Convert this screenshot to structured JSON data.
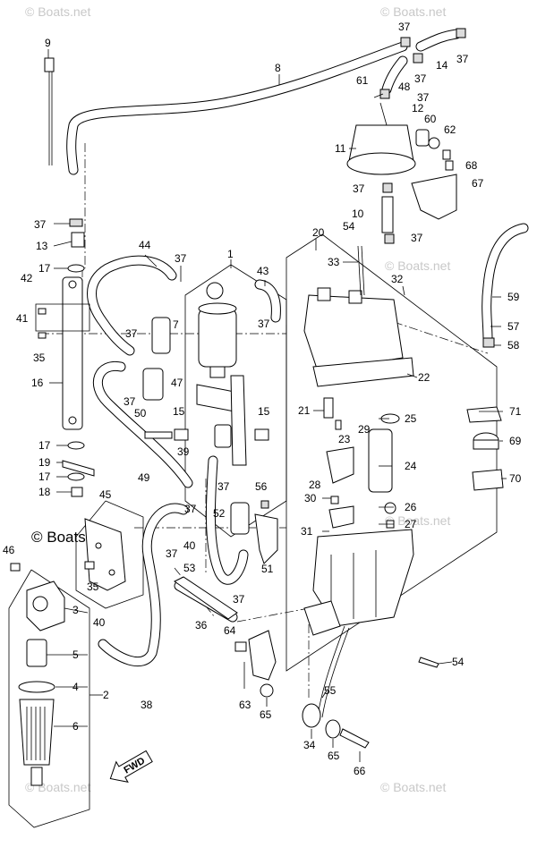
{
  "watermarks": {
    "top_left": "© Boats.net",
    "top_right": "© Boats.net",
    "mid_right_1": "© Boats.net",
    "mid_right_2": "© Boats.net",
    "mid_left": "© Boats.net",
    "bottom_left": "© Boats.net",
    "bottom_right": "© Boats.net"
  },
  "fwd_label": "FWD",
  "callouts": [
    {
      "id": "c1",
      "text": "1"
    },
    {
      "id": "c2",
      "text": "2"
    },
    {
      "id": "c3",
      "text": "3"
    },
    {
      "id": "c4",
      "text": "4"
    },
    {
      "id": "c5",
      "text": "5"
    },
    {
      "id": "c6",
      "text": "6"
    },
    {
      "id": "c7",
      "text": "7"
    },
    {
      "id": "c8",
      "text": "8"
    },
    {
      "id": "c9",
      "text": "9"
    },
    {
      "id": "c10",
      "text": "10"
    },
    {
      "id": "c11",
      "text": "11"
    },
    {
      "id": "c12",
      "text": "12"
    },
    {
      "id": "c13",
      "text": "13"
    },
    {
      "id": "c14",
      "text": "14"
    },
    {
      "id": "c15a",
      "text": "15"
    },
    {
      "id": "c15b",
      "text": "15"
    },
    {
      "id": "c16",
      "text": "16"
    },
    {
      "id": "c17a",
      "text": "17"
    },
    {
      "id": "c17b",
      "text": "17"
    },
    {
      "id": "c17c",
      "text": "17"
    },
    {
      "id": "c18",
      "text": "18"
    },
    {
      "id": "c19",
      "text": "19"
    },
    {
      "id": "c20",
      "text": "20"
    },
    {
      "id": "c21",
      "text": "21"
    },
    {
      "id": "c22",
      "text": "22"
    },
    {
      "id": "c23",
      "text": "23"
    },
    {
      "id": "c24",
      "text": "24"
    },
    {
      "id": "c25",
      "text": "25"
    },
    {
      "id": "c26",
      "text": "26"
    },
    {
      "id": "c27",
      "text": "27"
    },
    {
      "id": "c28",
      "text": "28"
    },
    {
      "id": "c29",
      "text": "29"
    },
    {
      "id": "c30",
      "text": "30"
    },
    {
      "id": "c31",
      "text": "31"
    },
    {
      "id": "c32",
      "text": "32"
    },
    {
      "id": "c33",
      "text": "33"
    },
    {
      "id": "c34",
      "text": "34"
    },
    {
      "id": "c35a",
      "text": "35"
    },
    {
      "id": "c35b",
      "text": "35"
    },
    {
      "id": "c36",
      "text": "36"
    },
    {
      "id": "c37a",
      "text": "37"
    },
    {
      "id": "c37b",
      "text": "37"
    },
    {
      "id": "c37c",
      "text": "37"
    },
    {
      "id": "c37d",
      "text": "37"
    },
    {
      "id": "c37e",
      "text": "37"
    },
    {
      "id": "c37f",
      "text": "37"
    },
    {
      "id": "c37g",
      "text": "37"
    },
    {
      "id": "c37h",
      "text": "37"
    },
    {
      "id": "c37i",
      "text": "37"
    },
    {
      "id": "c37j",
      "text": "37"
    },
    {
      "id": "c37k",
      "text": "37"
    },
    {
      "id": "c37l",
      "text": "37"
    },
    {
      "id": "c37m",
      "text": "37"
    },
    {
      "id": "c37n",
      "text": "37"
    },
    {
      "id": "c37o",
      "text": "37"
    },
    {
      "id": "c38",
      "text": "38"
    },
    {
      "id": "c39",
      "text": "39"
    },
    {
      "id": "c40a",
      "text": "40"
    },
    {
      "id": "c40b",
      "text": "40"
    },
    {
      "id": "c41",
      "text": "41"
    },
    {
      "id": "c42",
      "text": "42"
    },
    {
      "id": "c43",
      "text": "43"
    },
    {
      "id": "c44",
      "text": "44"
    },
    {
      "id": "c45",
      "text": "45"
    },
    {
      "id": "c46",
      "text": "46"
    },
    {
      "id": "c47",
      "text": "47"
    },
    {
      "id": "c48",
      "text": "48"
    },
    {
      "id": "c49",
      "text": "49"
    },
    {
      "id": "c50",
      "text": "50"
    },
    {
      "id": "c51",
      "text": "51"
    },
    {
      "id": "c52",
      "text": "52"
    },
    {
      "id": "c53",
      "text": "53"
    },
    {
      "id": "c54a",
      "text": "54"
    },
    {
      "id": "c54b",
      "text": "54"
    },
    {
      "id": "c55",
      "text": "55"
    },
    {
      "id": "c56",
      "text": "56"
    },
    {
      "id": "c57",
      "text": "57"
    },
    {
      "id": "c58",
      "text": "58"
    },
    {
      "id": "c59",
      "text": "59"
    },
    {
      "id": "c60",
      "text": "60"
    },
    {
      "id": "c61",
      "text": "61"
    },
    {
      "id": "c62",
      "text": "62"
    },
    {
      "id": "c63",
      "text": "63"
    },
    {
      "id": "c64",
      "text": "64"
    },
    {
      "id": "c65a",
      "text": "65"
    },
    {
      "id": "c65b",
      "text": "65"
    },
    {
      "id": "c66",
      "text": "66"
    },
    {
      "id": "c67",
      "text": "67"
    },
    {
      "id": "c68",
      "text": "68"
    },
    {
      "id": "c69",
      "text": "69"
    },
    {
      "id": "c70",
      "text": "70"
    },
    {
      "id": "c71",
      "text": "71"
    }
  ]
}
